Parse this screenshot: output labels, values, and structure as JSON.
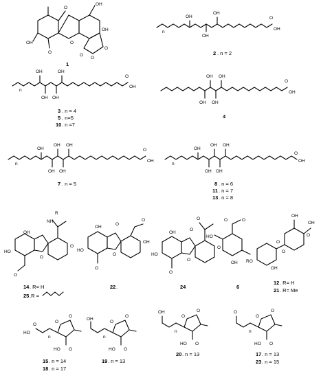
{
  "compounds": [
    {
      "id": "c1",
      "label": "1",
      "annotation": "",
      "atoms": [
        "OH",
        "OH",
        "OH",
        "O",
        "O",
        "O",
        "O",
        "O",
        "O"
      ]
    },
    {
      "id": "c2",
      "label": "2",
      "annotation": ". n = 2",
      "atoms": [
        "n",
        "OH",
        "OH",
        "OH",
        "O",
        "OH"
      ]
    },
    {
      "id": "c3",
      "label": "3",
      "annotation": ". n = 4"
    },
    {
      "id": "c5",
      "label": "5",
      "annotation": ". n=5"
    },
    {
      "id": "c10",
      "label": "10",
      "annotation": ". n =7"
    },
    {
      "id": "c3grp",
      "atoms": [
        "n",
        "OH",
        "OH",
        "OH",
        "OH",
        "O",
        "OH"
      ]
    },
    {
      "id": "c4",
      "label": "4",
      "annotation": "",
      "atoms": [
        "OH",
        "OH",
        "OH",
        "OH",
        "O",
        "OH"
      ]
    },
    {
      "id": "c7",
      "label": "7",
      "annotation": ". n = 5",
      "atoms": [
        "n",
        "OH",
        "OH",
        "OH",
        "OH",
        "OH",
        "O",
        "OH"
      ]
    },
    {
      "id": "c8",
      "label": "8",
      "annotation": ". n = 6"
    },
    {
      "id": "c11",
      "label": "11",
      "annotation": ". n = 7"
    },
    {
      "id": "c13",
      "label": "13",
      "annotation": ". n = 8"
    },
    {
      "id": "c8grp",
      "atoms": [
        "n",
        "OH",
        "OH",
        "OH",
        "OH",
        "OH",
        "O",
        "OH"
      ]
    },
    {
      "id": "c14",
      "label": "14",
      "annotation": ". R= H",
      "atoms": [
        "R",
        "NH",
        "OH",
        "HO",
        "O",
        "O",
        "O"
      ]
    },
    {
      "id": "c25",
      "label": "25",
      "annotation": ".R = "
    },
    {
      "id": "c22",
      "label": "22",
      "annotation": ".",
      "atoms": [
        "O",
        "O",
        "OH",
        "OH",
        "O",
        "HO",
        "O"
      ]
    },
    {
      "id": "c24",
      "label": "24",
      "annotation": "",
      "atoms": [
        "O",
        "O",
        "OH",
        "O",
        "O",
        "HO",
        "O"
      ]
    },
    {
      "id": "c6",
      "label": "6",
      "annotation": "",
      "atoms": [
        "O",
        "O",
        "HO",
        "OH"
      ]
    },
    {
      "id": "c12",
      "label": "12",
      "annotation": ". R= H",
      "atoms": [
        "OH",
        "OH",
        "O",
        "O",
        "RO",
        "OH",
        "O"
      ]
    },
    {
      "id": "c21",
      "label": "21",
      "annotation": ". R= Me"
    },
    {
      "id": "c15",
      "label": "15",
      "annotation": ". n = 14",
      "atoms": [
        "O",
        "O",
        "HO",
        "O",
        "n",
        "HO",
        "O"
      ]
    },
    {
      "id": "c18",
      "label": "18",
      "annotation": ". n = 17"
    },
    {
      "id": "c19",
      "label": "19",
      "annotation": ". n = 13",
      "atoms": [
        "O",
        "O",
        "OH",
        "n",
        "HO",
        "O"
      ]
    },
    {
      "id": "c20",
      "label": "20",
      "annotation": ". n = 13",
      "atoms": [
        "OH",
        "O",
        "O",
        "n",
        "HO",
        "O"
      ]
    },
    {
      "id": "c17",
      "label": "17",
      "annotation": ". n = 13",
      "atoms": [
        "O",
        "O",
        "O",
        "n",
        "HO",
        "O"
      ]
    },
    {
      "id": "c23",
      "label": "23",
      "annotation": ". n = 15"
    }
  ]
}
